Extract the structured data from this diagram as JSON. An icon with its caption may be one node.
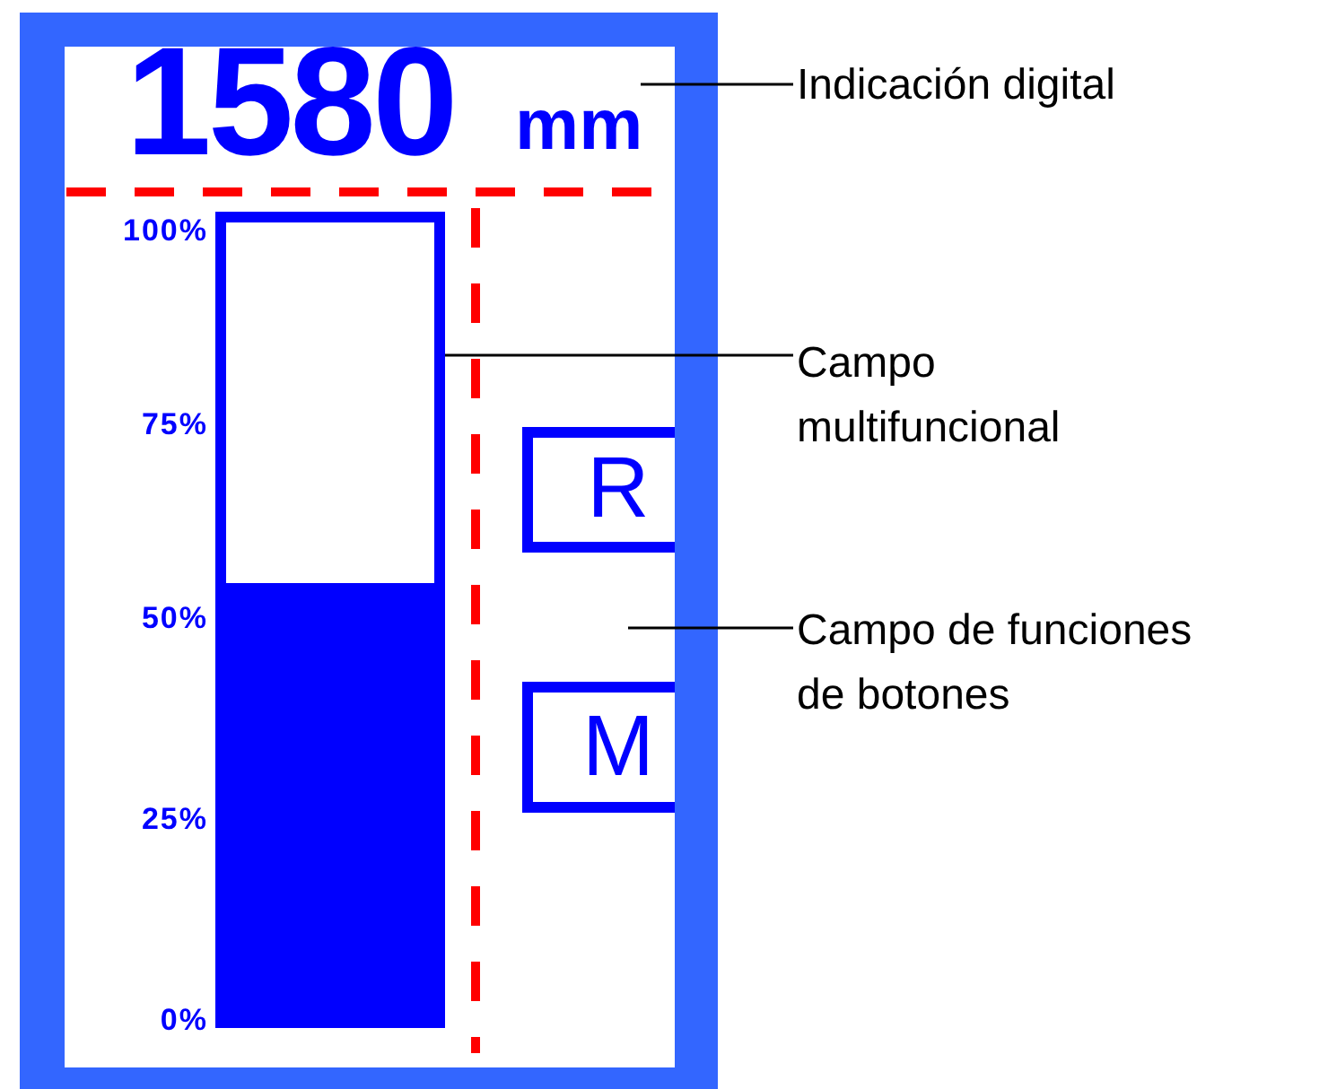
{
  "diagram": {
    "nodes": [
      {
        "text": [],
        "shape": "box"
      },
      {
        "text": [],
        "shape": "bar",
        "in": 0
      },
      {
        "text": [
          "R"
        ],
        "in": 0
      },
      {
        "text": [
          "M"
        ],
        "in": 0
      },
      {
        "text": [
          "Indicación digital"
        ]
      },
      {
        "text": [
          "Campo multifuncional"
        ]
      },
      {
        "text": [
          "Campo de funciones de botones"
        ]
      }
    ],
    "edges": [
      {
        "from": 4,
        "to": null,
        "arrow": "none"
      },
      {
        "from": 5,
        "to": 1,
        "arrow": "none"
      },
      {
        "from": 6,
        "to": null,
        "arrow": "none"
      }
    ],
    "labels": [
      "1580",
      "mm",
      "100%",
      "75%",
      "50%",
      "25%",
      "0%"
    ]
  }
}
